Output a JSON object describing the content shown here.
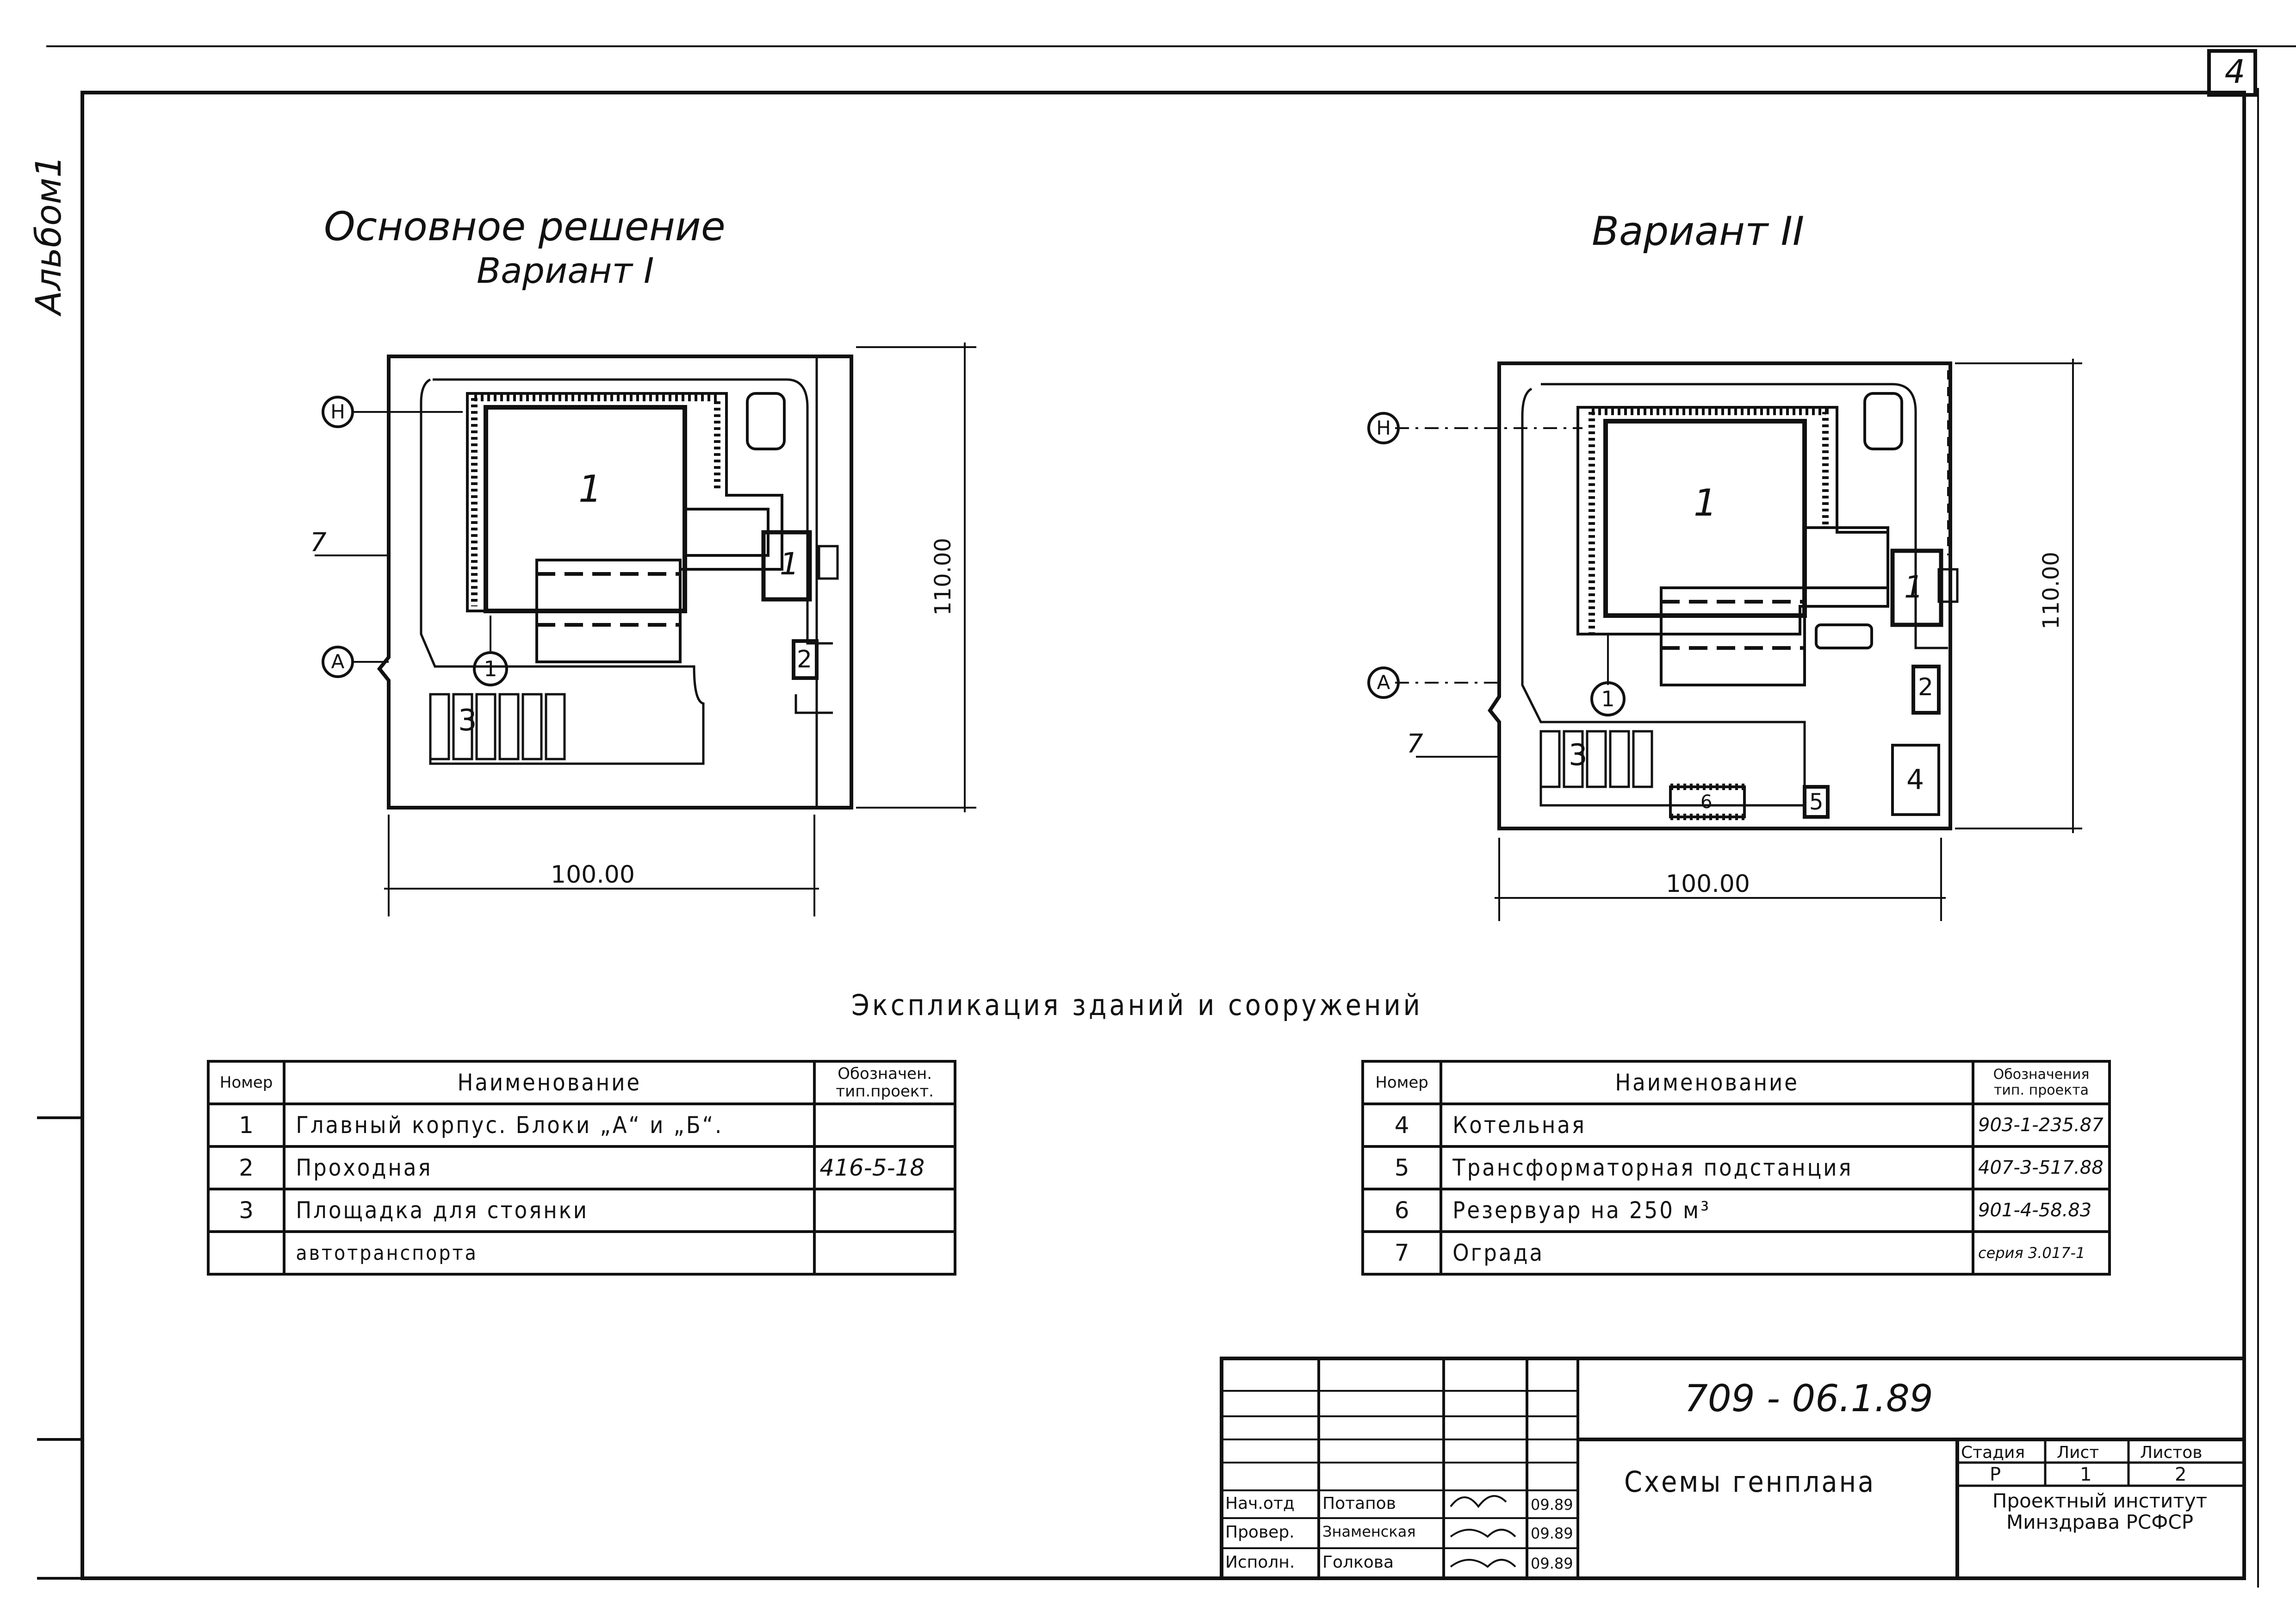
{
  "sheet": {
    "album": "Альбом1",
    "sheet_number": "4"
  },
  "plans": {
    "main": {
      "title_line1": "Основное решение",
      "title_line2": "Вариант I",
      "label_h": "Н",
      "label_a": "А",
      "label_axis": "1",
      "label_fence": "7",
      "building_1": "1",
      "building_1b": "1",
      "building_2": "2",
      "parking_3": "3",
      "dim_width": "100.00",
      "dim_height": "110.00"
    },
    "variant2": {
      "title": "Вариант II",
      "label_h": "Н",
      "label_a": "А",
      "label_axis": "1",
      "label_fence": "7",
      "building_1": "1",
      "building_1b": "1",
      "building_2": "2",
      "parking_3": "3",
      "building_4": "4",
      "building_5": "5",
      "building_6": "6",
      "dim_width": "100.00",
      "dim_height": "110.00"
    }
  },
  "explication": {
    "title": "Экспликация зданий и сооружений",
    "left_table": {
      "headers": [
        "Номер",
        "Наименование",
        "Обозначен. тип.проект."
      ],
      "rows": [
        {
          "num": "1",
          "name": "Главный корпус. Блоки „А“ и „Б“.",
          "code": ""
        },
        {
          "num": "2",
          "name": "Проходная",
          "code": "416-5-18"
        },
        {
          "num": "3",
          "name": "Площадка для стоянки",
          "code": ""
        },
        {
          "num": "",
          "name": "автотранспорта",
          "code": ""
        }
      ]
    },
    "right_table": {
      "headers": [
        "Номер",
        "Наименование",
        "Обозначения тип. проекта"
      ],
      "rows": [
        {
          "num": "4",
          "name": "Котельная",
          "code": "903-1-235.87"
        },
        {
          "num": "5",
          "name": "Трансформаторная подстанция",
          "code": "407-3-517.88"
        },
        {
          "num": "6",
          "name": "Резервуар на 250 м³",
          "code": "901-4-58.83"
        },
        {
          "num": "7",
          "name": "Ограда",
          "code": "серия 3.017-1"
        }
      ]
    }
  },
  "title_block": {
    "doc_code": "709 - 06.1.89",
    "sheet_title": "Схемы генплана",
    "stage_label": "Стадия",
    "sheet_label": "Лист",
    "sheets_label": "Листов",
    "stage_value": "Р",
    "sheet_value": "1",
    "sheets_value": "2",
    "organization": "Проектный институт Минздрава РСФСР",
    "signatures": [
      {
        "role": "Нач.отд",
        "name": "Потапов",
        "date": "09.89"
      },
      {
        "role": "Провер.",
        "name": "Знаменская",
        "date": "09.89"
      },
      {
        "role": "Исполн.",
        "name": "Голкова",
        "date": "09.89"
      }
    ]
  },
  "colors": {
    "ink": "#111111",
    "paper": "#ffffff"
  }
}
